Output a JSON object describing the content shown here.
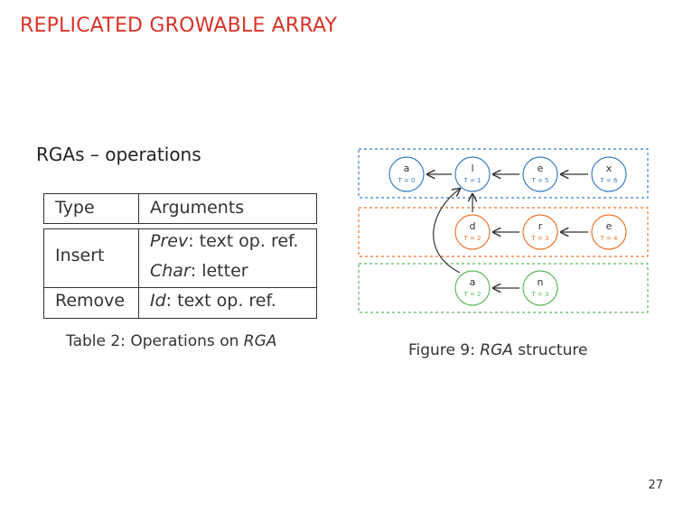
{
  "slide": {
    "title": "REPLICATED GROWABLE ARRAY",
    "section_heading": "RGAs – operations",
    "page_number": "27"
  },
  "table": {
    "headers": [
      "Type",
      "Arguments"
    ],
    "insert": {
      "type": "Insert",
      "arg1_name": "Prev",
      "arg1_rest": ": text op. ref.",
      "arg2_name": "Char",
      "arg2_rest": ": letter"
    },
    "remove": {
      "type": "Remove",
      "arg1_name": "Id",
      "arg1_rest": ": text op. ref."
    },
    "caption_label": "Table 2:",
    "caption_text": " Operations on ",
    "caption_em": "RGA"
  },
  "figure": {
    "caption_label": "Figure 9:",
    "caption_em": "RGA",
    "caption_text": " structure",
    "colors": {
      "blue": "#3b7fc4",
      "orange": "#e8772e",
      "green": "#5cb85c",
      "arrow": "#333333"
    },
    "rows": [
      {
        "nodes": [
          {
            "letter": "a",
            "ts": "T = 0"
          },
          {
            "letter": "l",
            "ts": "T = 1"
          },
          {
            "letter": "e",
            "ts": "T = 5"
          },
          {
            "letter": "x",
            "ts": "T = 6"
          }
        ]
      },
      {
        "nodes": [
          {
            "letter": "d",
            "ts": "T = 2"
          },
          {
            "letter": "r",
            "ts": "T = 3"
          },
          {
            "letter": "e",
            "ts": "T = 4"
          }
        ]
      },
      {
        "nodes": [
          {
            "letter": "a",
            "ts": "T = 2"
          },
          {
            "letter": "n",
            "ts": "T = 3"
          }
        ]
      }
    ]
  }
}
